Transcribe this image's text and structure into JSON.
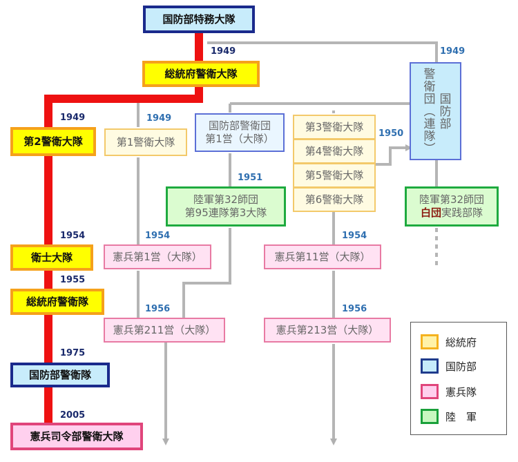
{
  "nodes": {
    "toku": "国防部特務大隊",
    "soutoufu": "総統府警衛大隊",
    "dai2": "第2警衛大隊",
    "dai1": "第1警衛大隊",
    "kb_eidan_1ei": "国防部警衛団\n第1営（大隊）",
    "dai3": "第3警衛大隊",
    "dai4": "第4警衛大隊",
    "dai5": "第5警衛大隊",
    "dai6": "第6警衛大隊",
    "keiei_dan": "国防部\n警衛団（連隊）",
    "rikugun_32_95": "陸軍第32師団\n第95連隊第3大隊",
    "rikugun_32_hakudan_prefix": "陸軍第32師団",
    "hakudan": "白団",
    "jissen": "実践部隊",
    "eishi": "衛士大隊",
    "soutoufu_keiei": "総統府警衛隊",
    "kenpei_1ei": "憲兵第1営（大隊）",
    "kenpei_11ei": "憲兵第11営（大隊）",
    "kenpei_211ei": "憲兵第211営（大隊）",
    "kenpei_213ei": "憲兵第213営（大隊）",
    "kokubou_keiei": "国防部警衛隊",
    "kenpei_shirei": "憲兵司令部警衛大隊"
  },
  "years": {
    "y1949a": "1949",
    "y1949b": "1949",
    "y1949c": "1949",
    "y1949d": "1949",
    "y1950": "1950",
    "y1951": "1951",
    "y1954a": "1954",
    "y1954b": "1954",
    "y1954c": "1954",
    "y1955": "1955",
    "y1956a": "1956",
    "y1956b": "1956",
    "y1975": "1975",
    "y2005": "2005"
  },
  "legend": {
    "items": [
      {
        "label": "総統府",
        "color": "#fff2a8",
        "border": "#f5b21e"
      },
      {
        "label": "国防部",
        "color": "#c6ecfb",
        "border": "#1f3b8c"
      },
      {
        "label": "憲兵隊",
        "color": "#ffd0ee",
        "border": "#e0457b"
      },
      {
        "label": "陸　軍",
        "color": "#c8f7c0",
        "border": "#19a03a"
      }
    ]
  },
  "colors": {
    "red_line": "#ee1111",
    "gray_line": "#b5b5b5",
    "yellow_fill": "#ffff00",
    "orange_border": "#f5a11b",
    "blue_fill": "#c8ecfb",
    "navy_border": "#1a2a8c",
    "pink_fill": "#ffe2f3",
    "pink_border": "#e87aa3",
    "green_fill": "#dbfcd0",
    "green_border": "#1eaa3f",
    "lightyellow_fill": "#fffbe2",
    "lightyellow_border": "#f3c96a"
  }
}
